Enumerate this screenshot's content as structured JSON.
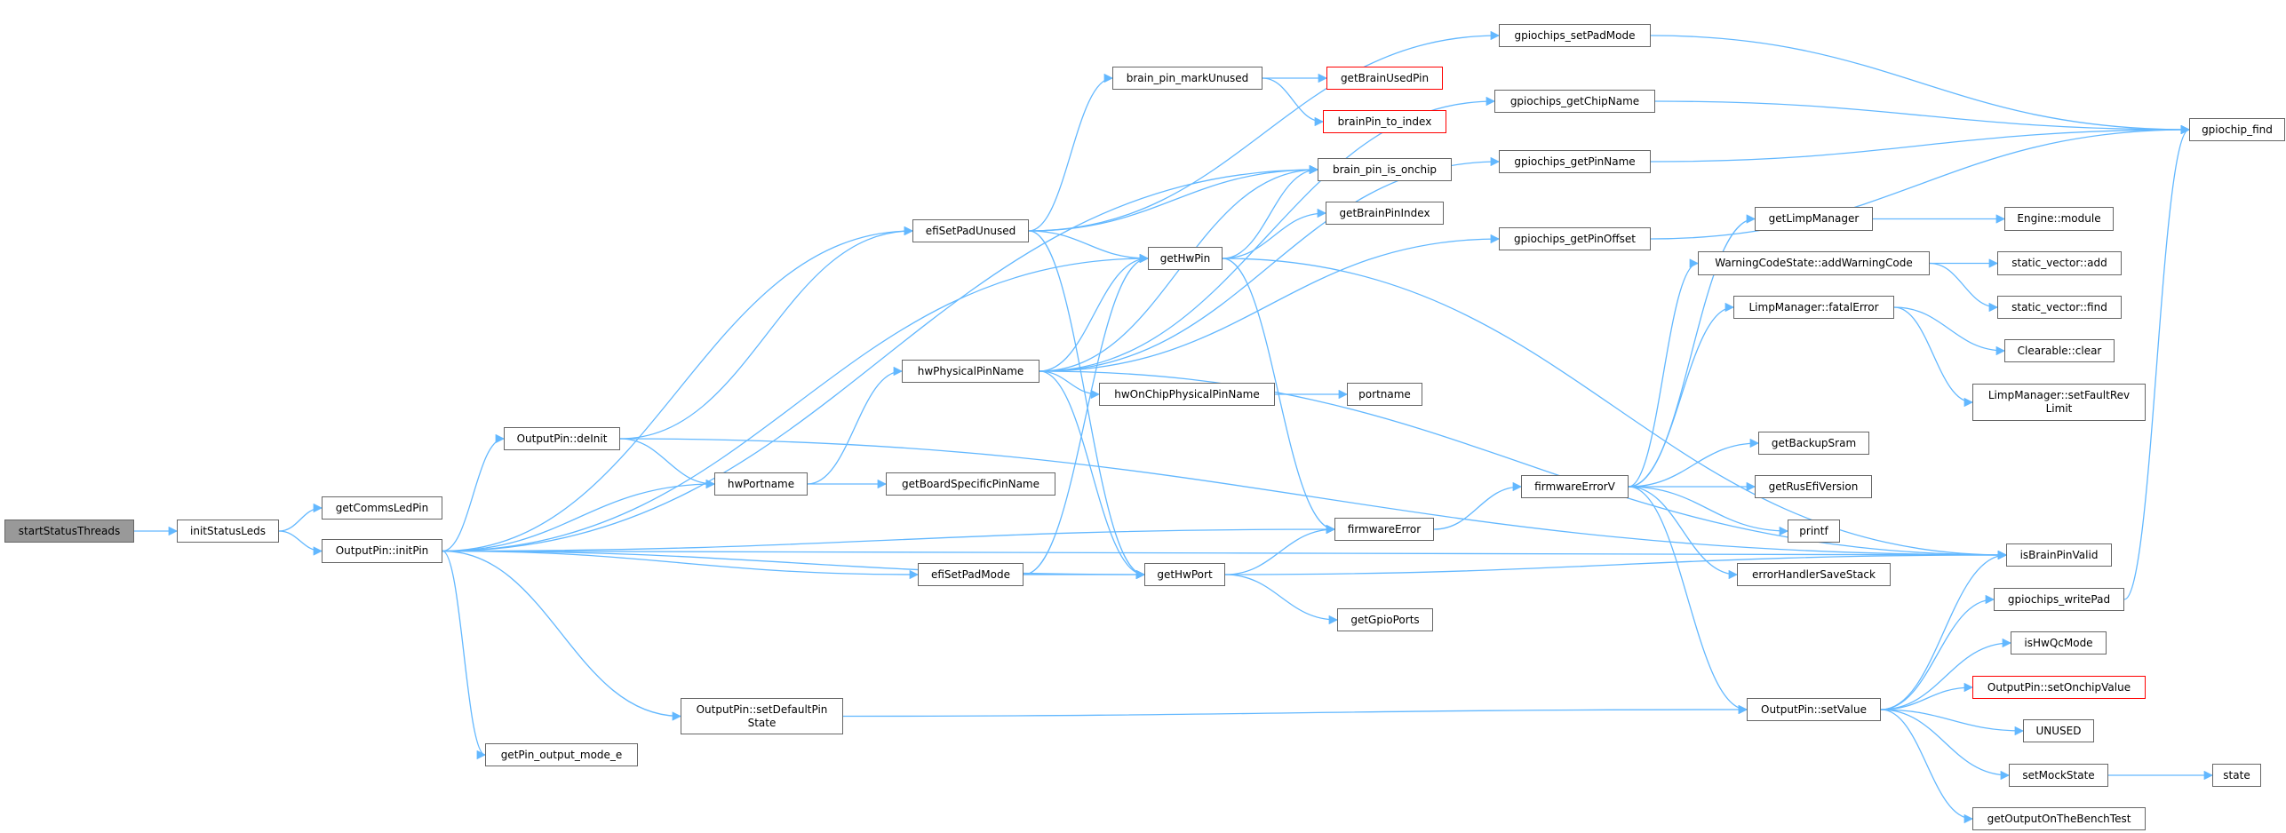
{
  "colors": {
    "edge": "#63b8ff",
    "node_border": "#666666",
    "root_fill": "#999999",
    "missing_border": "#ff0000"
  },
  "nodes": [
    {
      "id": "startStatusThreads",
      "label": "startStatusThreads",
      "style": "root"
    },
    {
      "id": "initStatusLeds",
      "label": "initStatusLeds",
      "style": "normal"
    },
    {
      "id": "getCommsLedPin",
      "label": "getCommsLedPin",
      "style": "normal"
    },
    {
      "id": "initPin",
      "label": "OutputPin::initPin",
      "style": "normal"
    },
    {
      "id": "deInit",
      "label": "OutputPin::deInit",
      "style": "normal"
    },
    {
      "id": "getPin_output_mode_e",
      "label": "getPin_output_mode_e",
      "style": "normal"
    },
    {
      "id": "hwPortname",
      "label": "hwPortname",
      "style": "normal"
    },
    {
      "id": "efiSetPadMode",
      "label": "efiSetPadMode",
      "style": "normal"
    },
    {
      "id": "getHwPort",
      "label": "getHwPort",
      "style": "normal"
    },
    {
      "id": "setDefaultPinState",
      "label": "OutputPin::setDefaultPin\nState",
      "style": "normal"
    },
    {
      "id": "efiSetPadUnused",
      "label": "efiSetPadUnused",
      "style": "normal"
    },
    {
      "id": "hwPhysicalPinName",
      "label": "hwPhysicalPinName",
      "style": "normal"
    },
    {
      "id": "getHwPin",
      "label": "getHwPin",
      "style": "normal"
    },
    {
      "id": "getBoardSpecificPinName",
      "label": "getBoardSpecificPinName",
      "style": "normal"
    },
    {
      "id": "brain_pin_markUnused",
      "label": "brain_pin_markUnused",
      "style": "normal"
    },
    {
      "id": "gpiochips_setPadMode",
      "label": "gpiochips_setPadMode",
      "style": "normal"
    },
    {
      "id": "getBrainUsedPin",
      "label": "getBrainUsedPin",
      "style": "red"
    },
    {
      "id": "brainPin_to_index",
      "label": "brainPin_to_index",
      "style": "red"
    },
    {
      "id": "brain_pin_is_onchip",
      "label": "brain_pin_is_onchip",
      "style": "normal"
    },
    {
      "id": "getBrainPinIndex",
      "label": "getBrainPinIndex",
      "style": "normal"
    },
    {
      "id": "hwOnChipPhysicalPinName",
      "label": "hwOnChipPhysicalPinName",
      "style": "normal"
    },
    {
      "id": "portname",
      "label": "portname",
      "style": "normal"
    },
    {
      "id": "firmwareError",
      "label": "firmwareError",
      "style": "normal"
    },
    {
      "id": "getGpioPorts",
      "label": "getGpioPorts",
      "style": "normal"
    },
    {
      "id": "gpiochips_getChipName",
      "label": "gpiochips_getChipName",
      "style": "normal"
    },
    {
      "id": "gpiochips_getPinName",
      "label": "gpiochips_getPinName",
      "style": "normal"
    },
    {
      "id": "gpiochips_getPinOffset",
      "label": "gpiochips_getPinOffset",
      "style": "normal"
    },
    {
      "id": "gpiochip_find",
      "label": "gpiochip_find",
      "style": "normal"
    },
    {
      "id": "getLimpManager",
      "label": "getLimpManager",
      "style": "normal"
    },
    {
      "id": "Engine_module",
      "label": "Engine::module",
      "style": "normal"
    },
    {
      "id": "addWarningCode",
      "label": "WarningCodeState::addWarningCode",
      "style": "normal"
    },
    {
      "id": "static_vector_add",
      "label": "static_vector::add",
      "style": "normal"
    },
    {
      "id": "static_vector_find",
      "label": "static_vector::find",
      "style": "normal"
    },
    {
      "id": "fatalError",
      "label": "LimpManager::fatalError",
      "style": "normal"
    },
    {
      "id": "Clearable_clear",
      "label": "Clearable::clear",
      "style": "normal"
    },
    {
      "id": "setFaultRevLimit",
      "label": "LimpManager::setFaultRev\nLimit",
      "style": "normal"
    },
    {
      "id": "firmwareErrorV",
      "label": "firmwareErrorV",
      "style": "normal"
    },
    {
      "id": "getBackupSram",
      "label": "getBackupSram",
      "style": "normal"
    },
    {
      "id": "getRusEfiVersion",
      "label": "getRusEfiVersion",
      "style": "normal"
    },
    {
      "id": "printf",
      "label": "printf",
      "style": "normal"
    },
    {
      "id": "errorHandlerSaveStack",
      "label": "errorHandlerSaveStack",
      "style": "normal"
    },
    {
      "id": "isBrainPinValid",
      "label": "isBrainPinValid",
      "style": "normal"
    },
    {
      "id": "gpiochips_writePad",
      "label": "gpiochips_writePad",
      "style": "normal"
    },
    {
      "id": "isHwQcMode",
      "label": "isHwQcMode",
      "style": "normal"
    },
    {
      "id": "setOnchipValue",
      "label": "OutputPin::setOnchipValue",
      "style": "red"
    },
    {
      "id": "UNUSED",
      "label": "UNUSED",
      "style": "normal"
    },
    {
      "id": "setValue",
      "label": "OutputPin::setValue",
      "style": "normal"
    },
    {
      "id": "setMockState",
      "label": "setMockState",
      "style": "normal"
    },
    {
      "id": "state",
      "label": "state",
      "style": "normal"
    },
    {
      "id": "getOutputOnTheBenchTest",
      "label": "getOutputOnTheBenchTest",
      "style": "normal"
    }
  ],
  "edges": [
    [
      "startStatusThreads",
      "initStatusLeds"
    ],
    [
      "initStatusLeds",
      "getCommsLedPin"
    ],
    [
      "initStatusLeds",
      "initPin"
    ],
    [
      "initPin",
      "deInit"
    ],
    [
      "initPin",
      "getPin_output_mode_e"
    ],
    [
      "initPin",
      "setDefaultPinState"
    ],
    [
      "initPin",
      "efiSetPadMode"
    ],
    [
      "initPin",
      "getHwPort"
    ],
    [
      "initPin",
      "firmwareError"
    ],
    [
      "initPin",
      "isBrainPinValid"
    ],
    [
      "initPin",
      "hwPortname"
    ],
    [
      "initPin",
      "getHwPin"
    ],
    [
      "initPin",
      "efiSetPadUnused"
    ],
    [
      "initPin",
      "brain_pin_is_onchip"
    ],
    [
      "deInit",
      "hwPortname"
    ],
    [
      "deInit",
      "efiSetPadUnused"
    ],
    [
      "deInit",
      "isBrainPinValid"
    ],
    [
      "hwPortname",
      "hwPhysicalPinName"
    ],
    [
      "hwPortname",
      "getBoardSpecificPinName"
    ],
    [
      "efiSetPadMode",
      "getHwPort"
    ],
    [
      "efiSetPadMode",
      "getHwPin"
    ],
    [
      "setDefaultPinState",
      "setValue"
    ],
    [
      "efiSetPadUnused",
      "gpiochips_setPadMode"
    ],
    [
      "efiSetPadUnused",
      "brain_pin_markUnused"
    ],
    [
      "efiSetPadUnused",
      "brain_pin_is_onchip"
    ],
    [
      "efiSetPadUnused",
      "getHwPin"
    ],
    [
      "efiSetPadUnused",
      "getHwPort"
    ],
    [
      "hwPhysicalPinName",
      "getHwPin"
    ],
    [
      "hwPhysicalPinName",
      "brain_pin_is_onchip"
    ],
    [
      "hwPhysicalPinName",
      "gpiochips_getChipName"
    ],
    [
      "hwPhysicalPinName",
      "gpiochips_getPinName"
    ],
    [
      "hwPhysicalPinName",
      "hwOnChipPhysicalPinName"
    ],
    [
      "hwPhysicalPinName",
      "getHwPort"
    ],
    [
      "hwPhysicalPinName",
      "isBrainPinValid"
    ],
    [
      "hwPhysicalPinName",
      "gpiochips_getPinOffset"
    ],
    [
      "getHwPin",
      "brain_pin_is_onchip"
    ],
    [
      "getHwPin",
      "getBrainPinIndex"
    ],
    [
      "getHwPin",
      "firmwareError"
    ],
    [
      "getHwPin",
      "isBrainPinValid"
    ],
    [
      "brain_pin_markUnused",
      "getBrainUsedPin"
    ],
    [
      "brain_pin_markUnused",
      "brainPin_to_index"
    ],
    [
      "hwOnChipPhysicalPinName",
      "portname"
    ],
    [
      "getHwPort",
      "firmwareError"
    ],
    [
      "getHwPort",
      "getGpioPorts"
    ],
    [
      "getHwPort",
      "isBrainPinValid"
    ],
    [
      "firmwareError",
      "firmwareErrorV"
    ],
    [
      "gpiochips_setPadMode",
      "gpiochip_find"
    ],
    [
      "gpiochips_getChipName",
      "gpiochip_find"
    ],
    [
      "gpiochips_getPinName",
      "gpiochip_find"
    ],
    [
      "gpiochips_getPinOffset",
      "gpiochip_find"
    ],
    [
      "firmwareErrorV",
      "getLimpManager"
    ],
    [
      "firmwareErrorV",
      "addWarningCode"
    ],
    [
      "firmwareErrorV",
      "fatalError"
    ],
    [
      "firmwareErrorV",
      "getBackupSram"
    ],
    [
      "firmwareErrorV",
      "getRusEfiVersion"
    ],
    [
      "firmwareErrorV",
      "printf"
    ],
    [
      "firmwareErrorV",
      "errorHandlerSaveStack"
    ],
    [
      "firmwareErrorV",
      "setValue"
    ],
    [
      "getLimpManager",
      "Engine_module"
    ],
    [
      "addWarningCode",
      "static_vector_add"
    ],
    [
      "addWarningCode",
      "static_vector_find"
    ],
    [
      "fatalError",
      "Clearable_clear"
    ],
    [
      "fatalError",
      "setFaultRevLimit"
    ],
    [
      "setValue",
      "isBrainPinValid"
    ],
    [
      "setValue",
      "gpiochips_writePad"
    ],
    [
      "setValue",
      "isHwQcMode"
    ],
    [
      "setValue",
      "setOnchipValue"
    ],
    [
      "setValue",
      "UNUSED"
    ],
    [
      "setValue",
      "setMockState"
    ],
    [
      "setValue",
      "getOutputOnTheBenchTest"
    ],
    [
      "gpiochips_writePad",
      "gpiochip_find"
    ],
    [
      "setMockState",
      "state"
    ]
  ]
}
